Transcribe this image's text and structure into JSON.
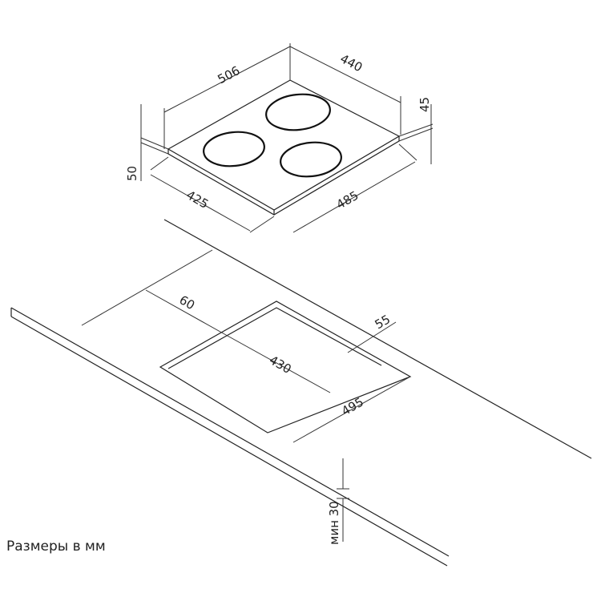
{
  "hob": {
    "width": "506",
    "depth": "440",
    "height_top": "45",
    "height_side": "50",
    "base_width": "425",
    "base_depth": "485"
  },
  "cutout": {
    "margin_front": "60",
    "margin_side": "55",
    "width": "430",
    "depth": "495",
    "min_thickness": "мин 30"
  },
  "caption": "Размеры в мм"
}
